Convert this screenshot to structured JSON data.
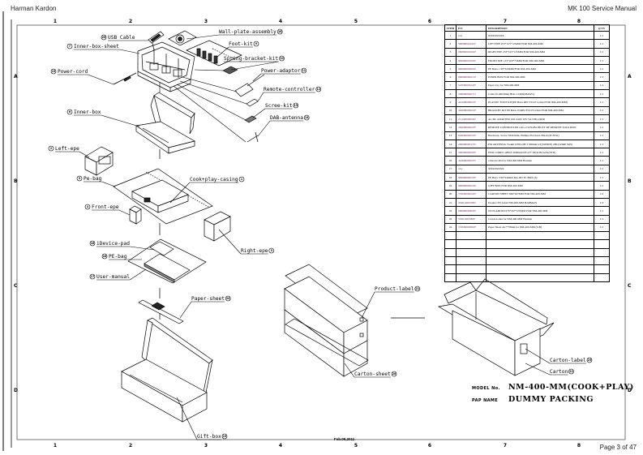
{
  "header": {
    "brand": "Harman Kardon",
    "manual_title": "MK 100 Service Manual"
  },
  "footer": {
    "page": "Page 3 of 47",
    "date_note": "Feb.09,2011"
  },
  "grid": {
    "columns": [
      "1",
      "2",
      "3",
      "4",
      "5",
      "6",
      "7",
      "8"
    ],
    "rows": [
      "A",
      "B",
      "C",
      "D"
    ]
  },
  "callouts": [
    {
      "id": "usb-cable",
      "label": "USB Cable",
      "num": "25"
    },
    {
      "id": "inner-box-sheet",
      "label": "Inner-box-sheet",
      "num": "7"
    },
    {
      "id": "wall-plate-assembly",
      "label": "Wall-plate-assembly",
      "num": "16"
    },
    {
      "id": "foot-kit",
      "label": "Foot-kit",
      "num": "9"
    },
    {
      "id": "spring-bracket-kit",
      "label": "Spring-bracket-kit",
      "num": "10"
    },
    {
      "id": "power-cord",
      "label": "Power-cord",
      "num": "15"
    },
    {
      "id": "power-adaptor",
      "label": "Power-adaptor",
      "num": "11"
    },
    {
      "id": "remote-controller",
      "label": "Remote-controller",
      "num": "12"
    },
    {
      "id": "scree-kit",
      "label": "Scree-kit",
      "num": "13"
    },
    {
      "id": "dab-antenna",
      "label": "DAB-antenna",
      "num": "14"
    },
    {
      "id": "inner-box",
      "label": "Inner-box",
      "num": "6"
    },
    {
      "id": "left-epe",
      "label": "Left-epe",
      "num": "2"
    },
    {
      "id": "pe-bag",
      "label": "Pe-bag",
      "num": "5"
    },
    {
      "id": "cook-play-casing",
      "label": "Cook+play-casing",
      "num": "1"
    },
    {
      "id": "front-epe",
      "label": "Front-epe",
      "num": "4"
    },
    {
      "id": "right-epe",
      "label": "Right-epe",
      "num": "3"
    },
    {
      "id": "idevice-pad",
      "label": "iDevice-pad",
      "num": "16"
    },
    {
      "id": "pe-bag-2",
      "label": "PE-bag",
      "num": "18"
    },
    {
      "id": "user-manual",
      "label": "User-manual",
      "num": "17"
    },
    {
      "id": "paper-sheet",
      "label": "Paper-sheet",
      "num": "24"
    },
    {
      "id": "gift-box",
      "label": "Gift-box",
      "num": "19"
    },
    {
      "id": "product-label",
      "label": "Product-label",
      "num": "21"
    },
    {
      "id": "carton-sheet",
      "label": "Carton-sheet",
      "num": "20"
    },
    {
      "id": "carton-label",
      "label": "Carton-label",
      "num": "23"
    },
    {
      "id": "carton",
      "label": "Carton",
      "num": "22"
    }
  ],
  "bom": {
    "headers": {
      "item": "ITEM",
      "pn": "P/N",
      "description": "DESCRIPTION",
      "qty": "Q'TY"
    },
    "rows": [
      {
        "item": "1",
        "pn": "xxx",
        "description": "XXXXXXXX",
        "qty": "1/1"
      },
      {
        "item": "2",
        "pn": "9608000010047",
        "description": "LEFT EPE 253*125*125MM FOR NM-400-MM",
        "qty": "1/1"
      },
      {
        "item": "3",
        "pn": "9608000010047",
        "description": "RIGHT EPE 253*125*125MM FOR NM-400-MM",
        "qty": "1/1"
      },
      {
        "item": "4",
        "pn": "9608000010047",
        "description": "FRONT EPE 125*100*75MM FOR NM-400-MM",
        "qty": "1/1"
      },
      {
        "item": "5",
        "pn": "9608000009047",
        "description": "PE BAG 1 90*320MM FOR NM-400-MM",
        "qty": "1/1"
      },
      {
        "item": "6",
        "pn": "9608000002147",
        "description": "INNER BOX FOR NM-400-MM",
        "qty": "1/1"
      },
      {
        "item": "7",
        "pn": "5230000032407",
        "description": "Paper tray for NM-400-MM",
        "qty": "1/1"
      },
      {
        "item": "8",
        "pn": "3060000000717",
        "description": "Cable fit-400-8mm BLK C1999(28AWG)",
        "qty": "1/1"
      },
      {
        "item": "9",
        "pn": "4010000000207",
        "description": "PLASTIC FOOT KIT(PE BAG RECYCLE LOGO FOR NM-400-MM)",
        "qty": "1/1"
      },
      {
        "item": "10",
        "pn": "4020000000207",
        "description": "BRACKET KIT PE BAG W/RECYCLE LOGO FOR NM-400-MM",
        "qty": "1/1"
      },
      {
        "item": "11",
        "pn": "2112000000447",
        "description": "AC/DC ADAPTER 100~240V 24V 5A STD-24050",
        "qty": "1/1"
      },
      {
        "item": "12",
        "pn": "2620000002207",
        "description": "REMOTE CONTROLLER 2.4G-2.525GHz INLEY RF REMOTE SOLUTION",
        "qty": "1/1"
      },
      {
        "item": "13",
        "pn": "6040000002507",
        "description": "Hardware, Screw, M3x5mm, Phillips Flat head, Black (PC3050)",
        "qty": "1/1"
      },
      {
        "item": "14",
        "pn": "2600000001707",
        "description": "FM ANTENNA 75ohm LENGTH 2 500mm GY(WHITE) 2BC(WIRE SOS)",
        "qty": "1/1"
      },
      {
        "item": "15",
        "pn": "2900000002907",
        "description": "PWR CORD CABLE 2000mm EE-23+ EE24 BLACK(STD)",
        "qty": "1/1"
      },
      {
        "item": "16",
        "pn": "4240000002357",
        "description": "i-Device Pad for NM-400-MM Harman",
        "qty": "1/1"
      },
      {
        "item": "17",
        "pn": "xxx",
        "description": "XXXXXXXX",
        "qty": "1/1"
      },
      {
        "item": "18",
        "pn": "9608000002307",
        "description": "PE BAG 3 90*240mm DA-005 FL.BOX (6)",
        "qty": "1/1"
      },
      {
        "item": "19",
        "pn": "9608000002267",
        "description": "GIFT BOX FOR NM-400-MM",
        "qty": "1/1"
      },
      {
        "item": "20",
        "pn": "5330000002407",
        "description": "CARTON SHEET 669*267MM FOR NM-400-MM",
        "qty": "1/2"
      },
      {
        "item": "21",
        "pn": "5MO1000258D",
        "description": "Product SN Label NM-400-MM HARMAN",
        "qty": "1/2"
      },
      {
        "item": "22",
        "pn": "9608000008407",
        "description": "OUTCARTON 679*267*270MM FOR NM-400-MM",
        "qty": "1/1"
      },
      {
        "item": "23",
        "pn": "5MO1002580F",
        "description": "Carton Label for NM-400-MM Harman",
        "qty": "1/1"
      },
      {
        "item": "24",
        "pn": "5330000008607",
        "description": "Paper Sheet 44.7*78mm for NM-400-MM (S/B)",
        "qty": "1/1"
      },
      {
        "item": "",
        "pn": "",
        "description": "",
        "qty": ""
      },
      {
        "item": "",
        "pn": "",
        "description": "",
        "qty": ""
      },
      {
        "item": "",
        "pn": "",
        "description": "",
        "qty": ""
      },
      {
        "item": "",
        "pn": "",
        "description": "",
        "qty": ""
      },
      {
        "item": "",
        "pn": "",
        "description": "",
        "qty": ""
      },
      {
        "item": "",
        "pn": "",
        "description": "",
        "qty": ""
      }
    ]
  },
  "title_block": {
    "model_key": "MODEL No.",
    "model_value": "NM-400-MM(COOK+PLAY)",
    "pap_key": "PAP NAME",
    "pap_value": "DUMMY PACKING"
  }
}
